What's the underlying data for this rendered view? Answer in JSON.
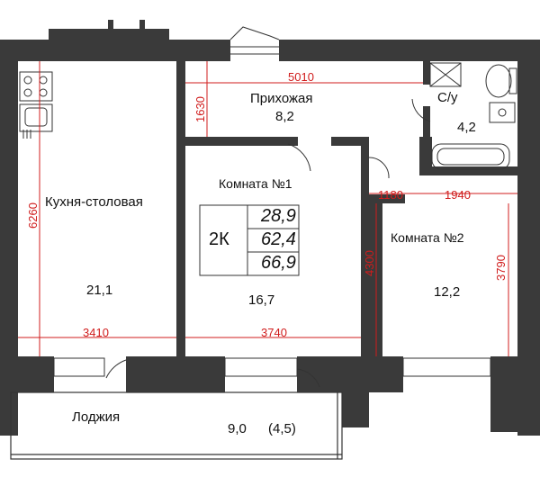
{
  "rooms": {
    "kitchen": {
      "name": "Кухня-столовая",
      "area": "21,1"
    },
    "hall": {
      "name": "Прихожая",
      "area": "8,2"
    },
    "bath": {
      "name": "С/у",
      "area": "4,2"
    },
    "room1": {
      "name": "Комната №1",
      "area": "16,7"
    },
    "room2": {
      "name": "Комната №2",
      "area": "12,2"
    },
    "loggia": {
      "name": "Лоджия",
      "area": "9,0",
      "area_reduced": "(4,5)"
    }
  },
  "summary": {
    "type": "2К",
    "living_area": "28,9",
    "total_area": "62,4",
    "total_with_loggia": "66,9"
  },
  "dimensions": {
    "hall_width": "5010",
    "hall_depth": "1630",
    "kitchen_depth": "6260",
    "kitchen_width": "3410",
    "room1_width": "3740",
    "room2_left": "1180",
    "room2_right": "1940",
    "room2_depth": "4300",
    "room2_depth_inner": "3790"
  },
  "colors": {
    "wall": "#3a3a3a",
    "dimension": "#d01c1c"
  }
}
